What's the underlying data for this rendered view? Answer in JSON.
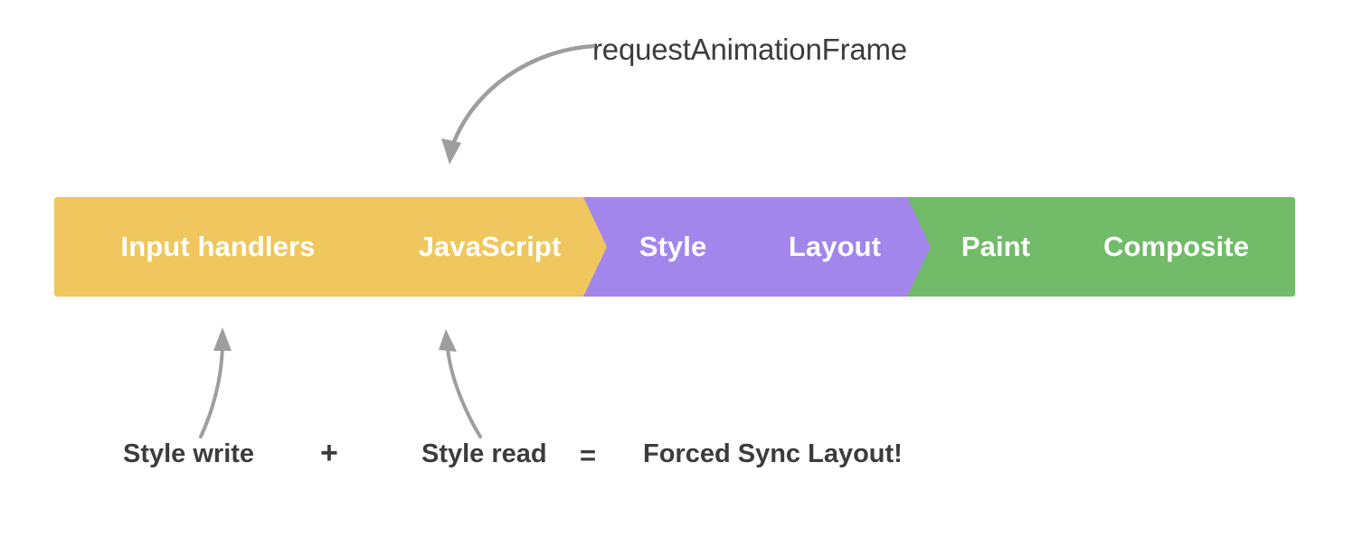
{
  "diagram": {
    "title": "Browser rendering pipeline with forced synchronous layout annotation",
    "background": "#ffffff"
  },
  "top_annotation": {
    "label": "requestAnimationFrame",
    "text_color": "#3c3c3c",
    "arrow_color": "#9e9e9e",
    "arrow_points_to": "JavaScript"
  },
  "pipeline": {
    "colors": {
      "yellow": "#efc75e",
      "purple": "#a386ec",
      "green": "#72bb69",
      "label": "#ffffff",
      "divider": "#ffffff"
    },
    "stages": [
      {
        "label": "Input handlers",
        "color_key": "yellow",
        "color": "#efc75e"
      },
      {
        "label": "JavaScript",
        "color_key": "yellow",
        "color": "#efc75e"
      },
      {
        "label": "Style",
        "color_key": "purple",
        "color": "#a386ec"
      },
      {
        "label": "Layout",
        "color_key": "purple",
        "color": "#a386ec"
      },
      {
        "label": "Paint",
        "color_key": "green",
        "color": "#72bb69"
      },
      {
        "label": "Composite",
        "color_key": "green",
        "color": "#72bb69"
      }
    ]
  },
  "bottom_annotation": {
    "style_write": "Style write",
    "plus": "+",
    "style_read": "Style read",
    "equals": "=",
    "result": "Forced Sync Layout!",
    "text_color": "#3c3c3c",
    "arrow_color": "#9e9e9e",
    "style_write_points_to": "Input handlers",
    "style_read_points_to": "JavaScript"
  }
}
